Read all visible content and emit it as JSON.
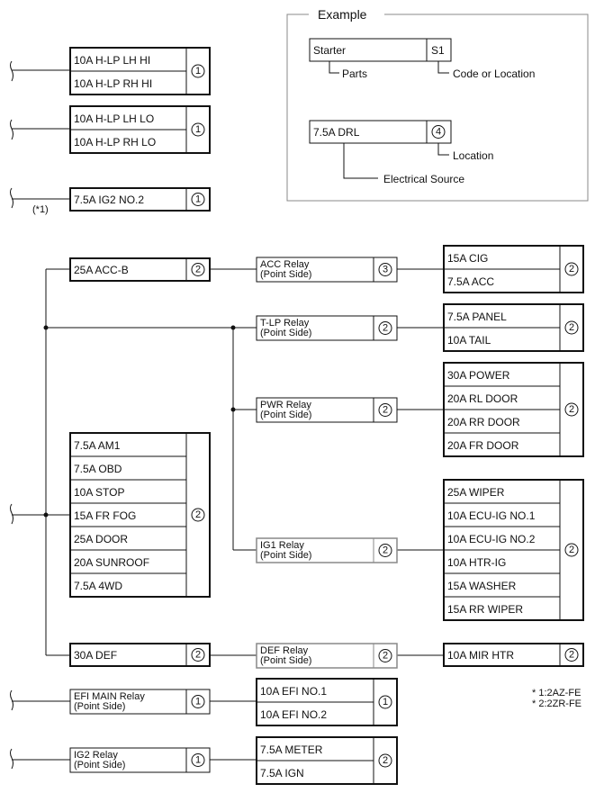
{
  "example": {
    "title": "Example",
    "part": "Starter",
    "code": "S1",
    "parts_label": "Parts",
    "code_label": "Code or Location",
    "source_part": "7.5A DRL",
    "source_num": "4",
    "location_label": "Location",
    "source_label": "Electrical Source"
  },
  "left_fuses": {
    "hlp_hi": [
      "10A H-LP LH HI",
      "10A H-LP RH HI"
    ],
    "hlp_lo": [
      "10A H-LP LH LO",
      "10A H-LP RH LO"
    ],
    "ig2_no2": "7.5A IG2 NO.2",
    "ig2_no2_note": "(*1)",
    "acc_b": "25A ACC-B",
    "group2": [
      "7.5A AM1",
      "7.5A OBD",
      "10A STOP",
      "15A FR FOG",
      "25A DOOR",
      "20A SUNROOF",
      "7.5A 4WD"
    ],
    "def": "30A DEF",
    "efi_main_relay": [
      "EFI MAIN Relay",
      "(Point Side)"
    ],
    "ig2_relay": [
      "IG2 Relay",
      "(Point Side)"
    ]
  },
  "relays": {
    "acc": [
      "ACC Relay",
      "(Point Side)"
    ],
    "tlp": [
      "T-LP Relay",
      "(Point Side)"
    ],
    "pwr": [
      "PWR Relay",
      "(Point Side)"
    ],
    "ig1": [
      "IG1 Relay",
      "(Point Side)"
    ],
    "def": [
      "DEF Relay",
      "(Point Side)"
    ]
  },
  "right_fuses": {
    "acc": [
      "15A CIG",
      "7.5A ACC"
    ],
    "tlp": [
      "7.5A PANEL",
      "10A TAIL"
    ],
    "pwr": [
      "30A POWER",
      "20A RL DOOR",
      "20A RR DOOR",
      "20A FR DOOR"
    ],
    "ig1": [
      "25A WIPER",
      "10A ECU-IG NO.1",
      "10A ECU-IG NO.2",
      "10A HTR-IG",
      "15A WASHER",
      "15A RR WIPER"
    ],
    "def": "10A MIR HTR",
    "efi": [
      "10A EFI NO.1",
      "10A EFI NO.2"
    ],
    "ig2": [
      "7.5A METER",
      "7.5A IGN"
    ]
  },
  "location_nums": {
    "one": "1",
    "two": "2",
    "three": "3"
  },
  "notes": [
    "* 1:2AZ-FE",
    "* 2:2ZR-FE"
  ]
}
